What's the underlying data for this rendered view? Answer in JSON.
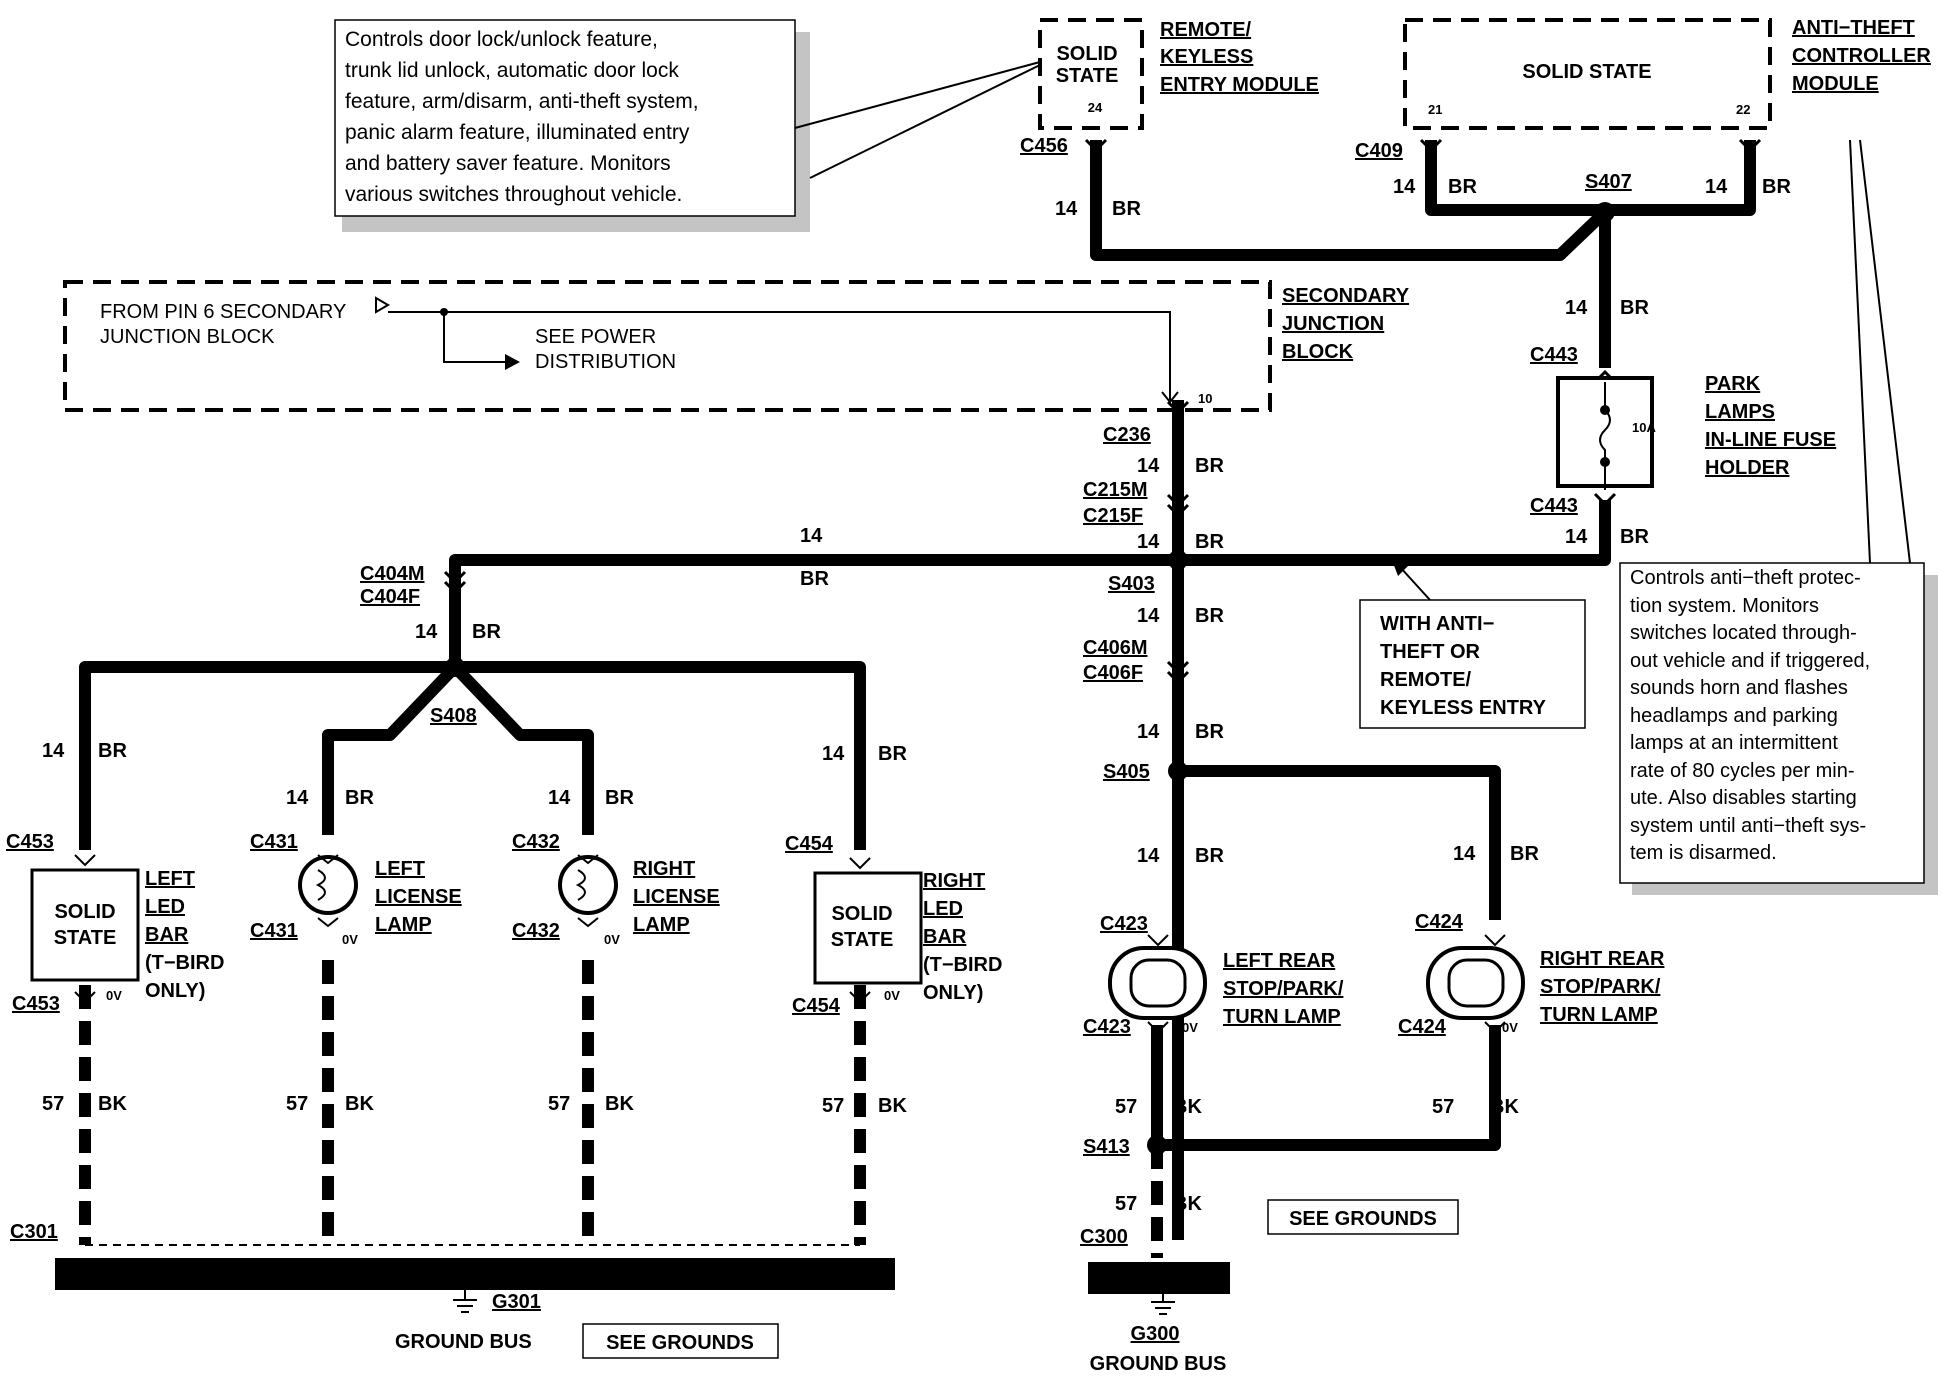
{
  "notes": {
    "rke_description": [
      "Controls door lock/unlock feature,",
      "trunk lid unlock, automatic door lock",
      "feature, arm/disarm, anti-theft system,",
      "panic alarm feature, illuminated entry",
      "and battery saver feature.  Monitors",
      "various switches throughout vehicle."
    ],
    "antitheft_description": [
      "Controls anti−theft protec-",
      "tion system.  Monitors",
      "switches located through-",
      "out vehicle and if triggered,",
      "sounds horn and flashes",
      "headlamps and parking",
      "lamps at an intermittent",
      "rate of 80 cycles per min-",
      "ute. Also disables starting",
      "system until anti−theft sys-",
      "tem is disarmed."
    ],
    "with_antitheft": [
      "WITH ANTI−",
      "THEFT OR",
      "REMOTE/",
      "KEYLESS ENTRY"
    ]
  },
  "components": {
    "rke_module": {
      "inner": [
        "SOLID",
        "STATE"
      ],
      "pin": "24",
      "name": [
        "REMOTE/",
        "KEYLESS",
        "ENTRY MODULE"
      ]
    },
    "antitheft_module": {
      "inner": "SOLID STATE",
      "pin_left": "21",
      "pin_right": "22",
      "name": [
        "ANTI−THEFT",
        "CONTROLLER",
        "MODULE"
      ]
    },
    "secondary_jb": {
      "name": [
        "SECONDARY",
        "JUNCTION",
        "BLOCK"
      ],
      "source": [
        "FROM PIN 6 SECONDARY",
        "JUNCTION BLOCK"
      ],
      "see": [
        "SEE POWER",
        "DISTRIBUTION"
      ],
      "pin": "10"
    },
    "fuse": {
      "name": [
        "PARK",
        "LAMPS",
        "IN-LINE FUSE",
        "HOLDER"
      ],
      "rating": "10A"
    },
    "left_led_bar": {
      "inner": [
        "SOLID",
        "STATE"
      ],
      "name": [
        "LEFT",
        "LED",
        "BAR"
      ],
      "extra": [
        "(T−BIRD",
        "ONLY)"
      ]
    },
    "right_led_bar": {
      "inner": [
        "SOLID",
        "STATE"
      ],
      "name": [
        "RIGHT",
        "LED",
        "BAR"
      ],
      "extra": [
        "(T−BIRD",
        "ONLY)"
      ]
    },
    "left_license": {
      "name": [
        "LEFT",
        "LICENSE",
        "LAMP"
      ]
    },
    "right_license": {
      "name": [
        "RIGHT",
        "LICENSE",
        "LAMP"
      ]
    },
    "left_rear": {
      "name": [
        "LEFT REAR",
        "STOP/PARK/",
        "TURN LAMP"
      ]
    },
    "right_rear": {
      "name": [
        "RIGHT REAR",
        "STOP/PARK/",
        "TURN LAMP"
      ]
    }
  },
  "connectors": {
    "c456": "C456",
    "c409": "C409",
    "s407": "S407",
    "c443": "C443",
    "c236": "C236",
    "c215m": "C215M",
    "c215f": "C215F",
    "s403": "S403",
    "c404m": "C404M",
    "c404f": "C404F",
    "c406m": "C406M",
    "c406f": "C406F",
    "s405": "S405",
    "s408": "S408",
    "c453": "C453",
    "c431": "C431",
    "c432": "C432",
    "c454": "C454",
    "c423": "C423",
    "c424": "C424",
    "s413": "S413",
    "c300": "C300",
    "c301": "C301"
  },
  "wire": {
    "g14": "14",
    "br": "BR",
    "g57": "57",
    "bk": "BK",
    "zero_v": "0V"
  },
  "grounds": {
    "g301": "G301",
    "g300": "G300",
    "bus": "GROUND BUS",
    "see": "SEE GROUNDS"
  }
}
